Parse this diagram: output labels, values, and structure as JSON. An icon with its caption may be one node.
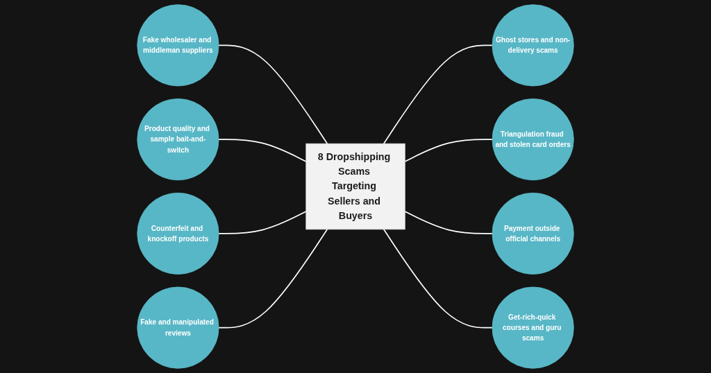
{
  "diagram": {
    "nodes": [
      {
        "text": [
          "8 Dropshipping Scams Targeting Sellers and Buyers"
        ]
      },
      {
        "text": [
          "Fake wholesaler and middleman suppliers"
        ]
      },
      {
        "text": [
          "Product quality and sample bait-and-switch"
        ]
      },
      {
        "text": [
          "Counterfeit and knockoff products"
        ]
      },
      {
        "text": [
          "Fake and manipulated reviews"
        ]
      },
      {
        "text": [
          "Ghost stores and non-delivery scams"
        ]
      },
      {
        "text": [
          "Triangulation fraud and stolen card orders"
        ]
      },
      {
        "text": [
          "Payment outside official channels"
        ]
      },
      {
        "text": [
          "Get-rich-quick courses and guru scams"
        ]
      }
    ],
    "edges": [
      {
        "from": 1,
        "to": 0,
        "arrow": "none"
      },
      {
        "from": 2,
        "to": 0,
        "arrow": "none"
      },
      {
        "from": 3,
        "to": 0,
        "arrow": "none"
      },
      {
        "from": 4,
        "to": 0,
        "arrow": "none"
      },
      {
        "from": 0,
        "to": 5,
        "arrow": "none"
      },
      {
        "from": 0,
        "to": 6,
        "arrow": "none"
      },
      {
        "from": 0,
        "to": 7,
        "arrow": "none"
      },
      {
        "from": 0,
        "to": 8,
        "arrow": "none"
      }
    ]
  }
}
